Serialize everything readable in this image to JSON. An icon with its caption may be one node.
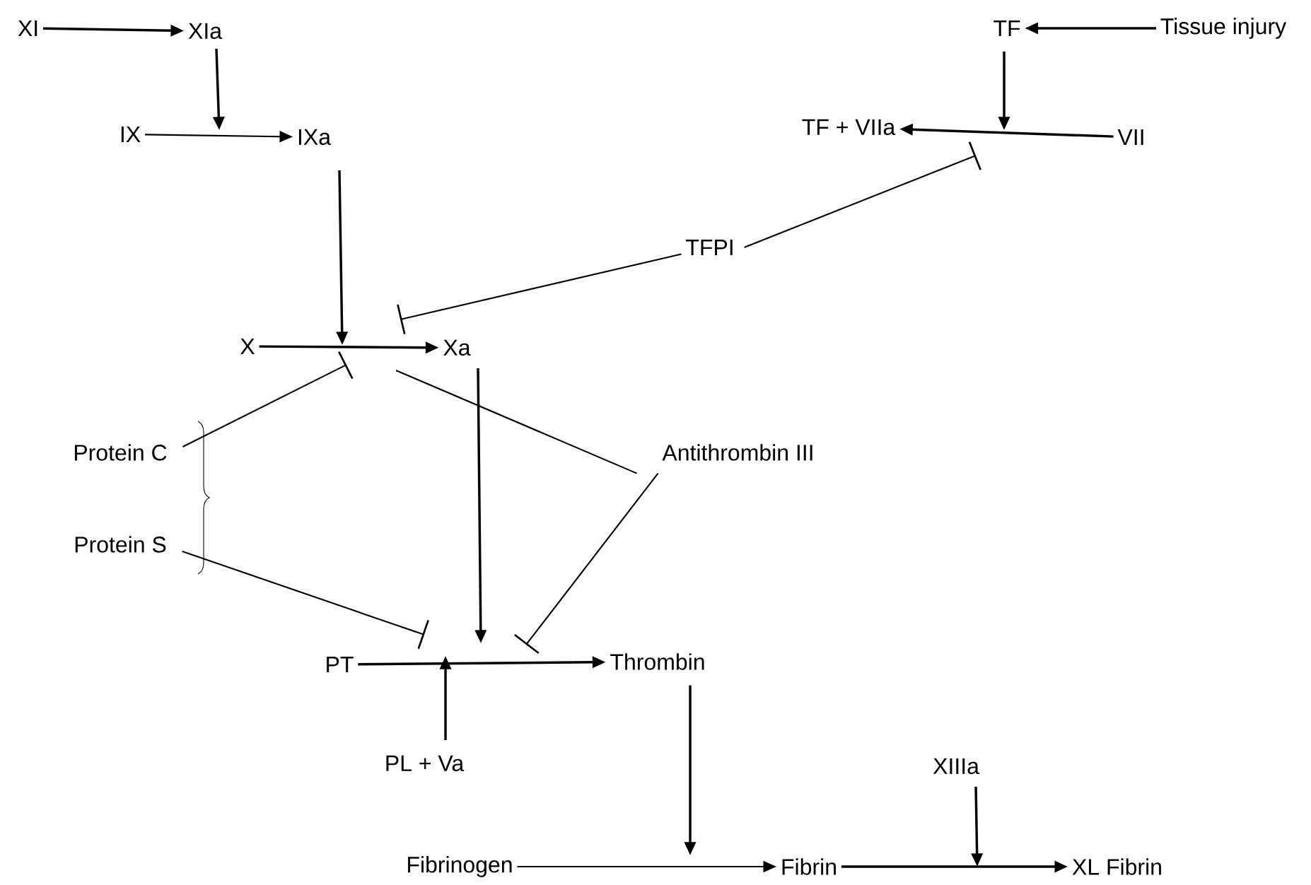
{
  "diagram": {
    "nodes": [
      {
        "text": [
          "XI"
        ]
      },
      {
        "text": [
          "XIa"
        ]
      },
      {
        "text": [
          "IX"
        ]
      },
      {
        "text": [
          "IXa"
        ]
      },
      {
        "text": [
          "TF"
        ]
      },
      {
        "text": [
          "Tissue injury"
        ]
      },
      {
        "text": [
          "TF + VIIa"
        ]
      },
      {
        "text": [
          "VII"
        ]
      },
      {
        "text": [
          "TFPI"
        ]
      },
      {
        "text": [
          "X"
        ]
      },
      {
        "text": [
          "Xa"
        ]
      },
      {
        "text": [
          "Protein C"
        ]
      },
      {
        "text": [
          "Protein S"
        ]
      },
      {
        "text": [
          "Antithrombin III"
        ]
      },
      {
        "text": [
          "PT"
        ]
      },
      {
        "text": [
          "Thrombin"
        ]
      },
      {
        "text": [
          "PL + Va"
        ]
      },
      {
        "text": [
          "Fibrinogen"
        ]
      },
      {
        "text": [
          "Fibrin"
        ]
      },
      {
        "text": [
          "XIIIa"
        ]
      },
      {
        "text": [
          "XL Fibrin"
        ]
      }
    ],
    "edges": [
      {
        "from": 0,
        "to": 1,
        "arrow": "to"
      },
      {
        "from": 1,
        "to": null,
        "arrow": "to"
      },
      {
        "from": 2,
        "to": 3,
        "arrow": "to"
      },
      {
        "from": 5,
        "to": 4,
        "arrow": "to"
      },
      {
        "from": 4,
        "to": null,
        "arrow": "to"
      },
      {
        "from": 7,
        "to": 6,
        "arrow": "to"
      },
      {
        "from": 8,
        "to": null,
        "arrow": "other"
      },
      {
        "from": 8,
        "to": null,
        "arrow": "other"
      },
      {
        "from": 3,
        "to": null,
        "arrow": "to"
      },
      {
        "from": 9,
        "to": 10,
        "arrow": "to"
      },
      {
        "from": 11,
        "to": null,
        "arrow": "other"
      },
      {
        "from": 13,
        "to": null,
        "arrow": "none"
      },
      {
        "from": 13,
        "to": null,
        "arrow": "other"
      },
      {
        "from": 12,
        "to": null,
        "arrow": "other"
      },
      {
        "from": 10,
        "to": null,
        "arrow": "to"
      },
      {
        "from": 14,
        "to": 15,
        "arrow": "to"
      },
      {
        "from": 16,
        "to": null,
        "arrow": "to"
      },
      {
        "from": 15,
        "to": null,
        "arrow": "to"
      },
      {
        "from": 17,
        "to": 18,
        "arrow": "to"
      },
      {
        "from": 18,
        "to": 20,
        "arrow": "to"
      },
      {
        "from": 19,
        "to": null,
        "arrow": "to"
      }
    ]
  }
}
